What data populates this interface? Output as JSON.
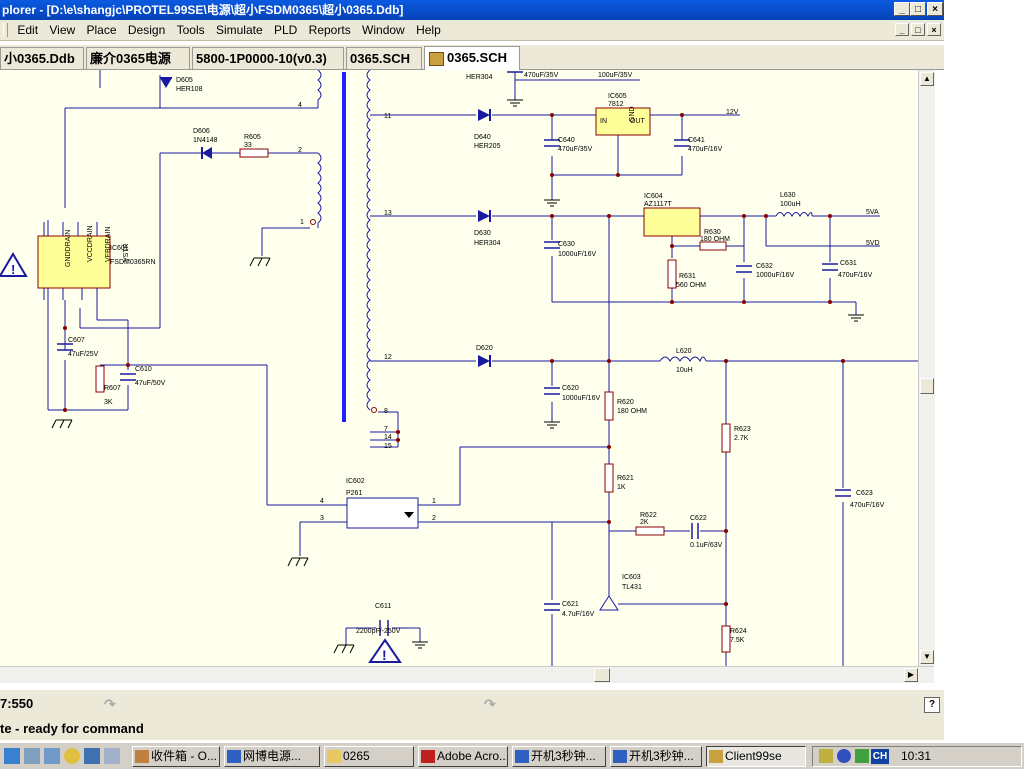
{
  "window": {
    "title": "plorer - [D:\\e\\shangjc\\PROTEL99SE\\电源\\超小FSDM0365\\超小0365.Ddb]",
    "controls": [
      "_",
      "□",
      "×"
    ]
  },
  "menu": [
    "Edit",
    "View",
    "Place",
    "Design",
    "Tools",
    "Simulate",
    "PLD",
    "Reports",
    "Window",
    "Help"
  ],
  "tabs": [
    "小0365.Ddb",
    "廉介0365电源",
    "5800-1P0000-10(v0.3)",
    "0365.SCH",
    "0365.SCH"
  ],
  "status": {
    "coords": "7:550",
    "command": "te - ready for command"
  },
  "taskbar": {
    "items": [
      "收件箱 - O...",
      "网博电源...",
      "0265",
      "Adobe Acro...",
      "开机3秒钟...",
      "开机3秒钟...",
      "Client99se"
    ],
    "lang": "CH",
    "time": "10:31"
  },
  "schematic": {
    "labels": {
      "d605": "D605",
      "her108": "HER108",
      "d606": "D606",
      "d606v": "1N4148",
      "r605": "R605",
      "r605v": "33",
      "ic601": "IC601",
      "ic601v": "FSDM0365RN",
      "p_gnd": "GNDDRAIN",
      "p_vcc": "VCCDRAIN",
      "p_vfb": "VFBDRAIN",
      "p_ipk": "IPK",
      "p_vstr": "VSTR",
      "c607": "C607",
      "c607v": "47uF/25V",
      "r607": "R607",
      "r607v": "3K",
      "c610": "C610",
      "c610v": "47uF/50V",
      "her304a": "HER304",
      "c_top1": "470uF/35V",
      "c_top2": "100uF/35V",
      "ic605": "IC605",
      "ic605v": "7812",
      "in": "IN",
      "gnd": "GND",
      "out": "OUT",
      "v12": "12V",
      "d640": "D640",
      "d640v": "HER205",
      "c640": "C640",
      "c640v": "470uF/35V",
      "c641": "C641",
      "c641v": "470uF/16V",
      "ic604": "IC604",
      "ic604v": "AZ1117T",
      "l630": "L630",
      "l630v": "100uH",
      "v5a": "5VA",
      "v5d": "5VD",
      "d630": "D630",
      "d630v": "HER304",
      "r630": "R630",
      "r630v": "180 OHM",
      "c630": "C630",
      "c630v": "1000uF/16V",
      "r631": "R631",
      "r631v": "560 OHM",
      "c632": "C632",
      "c632v": "1000uF/16V",
      "c631": "C631",
      "c631v": "470uF/16V",
      "d620": "D620",
      "l620": "L620",
      "l620v": "10uH",
      "c620": "C620",
      "c620v": "1000uF/16V",
      "r620": "R620",
      "r620v": "180 OHM",
      "r623": "R623",
      "r623v": "2.7K",
      "c623": "C623",
      "c623v": "470uF/16V",
      "ic602": "IC602",
      "ic602v": "P261",
      "r621": "R621",
      "r621v": "1K",
      "r622": "R622",
      "r622v": "2K",
      "c622": "C622",
      "c622v": "0.1uF/63V",
      "ic603": "IC603",
      "ic603v": "TL431",
      "c621": "C621",
      "c621v": "4.7uF/16V",
      "r624": "R624",
      "r624v": "7.5K",
      "c611": "C611",
      "c611v": "2200pF/-250V",
      "n4": "4",
      "n1": "1",
      "n2": "2",
      "n3": "3",
      "n7": "7",
      "n8": "8",
      "n11": "11",
      "n12": "12",
      "n13": "13",
      "n14": "14",
      "n15": "15"
    }
  }
}
